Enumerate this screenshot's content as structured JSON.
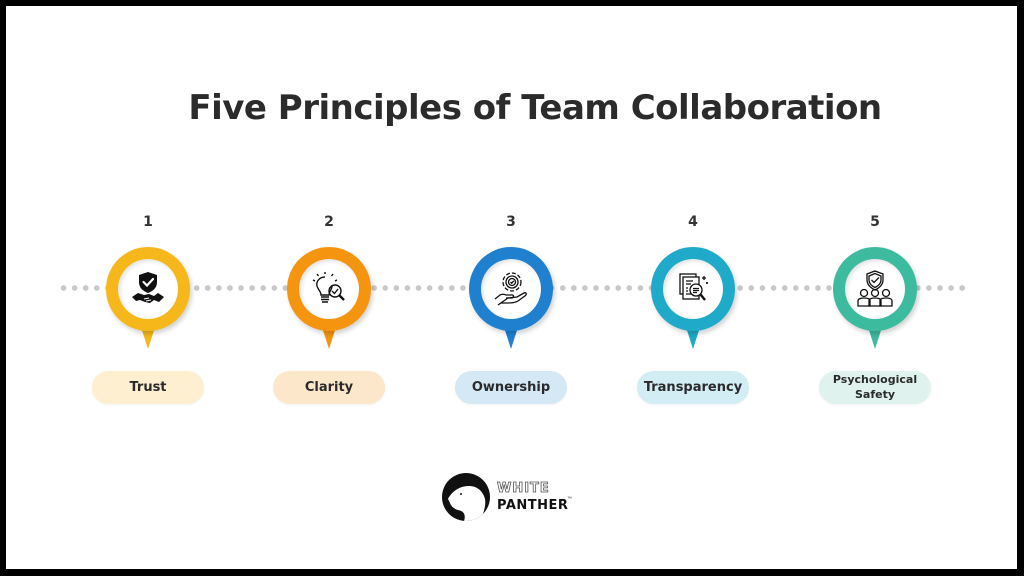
{
  "title": "Five Principles of Team Collaboration",
  "principles": [
    {
      "number": "1",
      "label": "Trust",
      "icon": "shield-handshake-icon",
      "color": "#f5b719",
      "pill_color": "#fdefd0"
    },
    {
      "number": "2",
      "label": "Clarity",
      "icon": "lightbulb-magnifier-icon",
      "color": "#f5940f",
      "pill_color": "#fde7cb"
    },
    {
      "number": "3",
      "label": "Ownership",
      "icon": "hand-gear-icon",
      "color": "#1f80d0",
      "pill_color": "#d5e8f6"
    },
    {
      "number": "4",
      "label": "Transparency",
      "icon": "documents-magnifier-icon",
      "color": "#1eaac8",
      "pill_color": "#d2eef4"
    },
    {
      "number": "5",
      "label": "Psychological Safety",
      "icon": "shield-team-icon",
      "color": "#3dbb9f",
      "pill_color": "#dff2ed"
    }
  ],
  "logo": {
    "line1": "WHITE",
    "line2": "PANTHER",
    "tm": "™"
  }
}
